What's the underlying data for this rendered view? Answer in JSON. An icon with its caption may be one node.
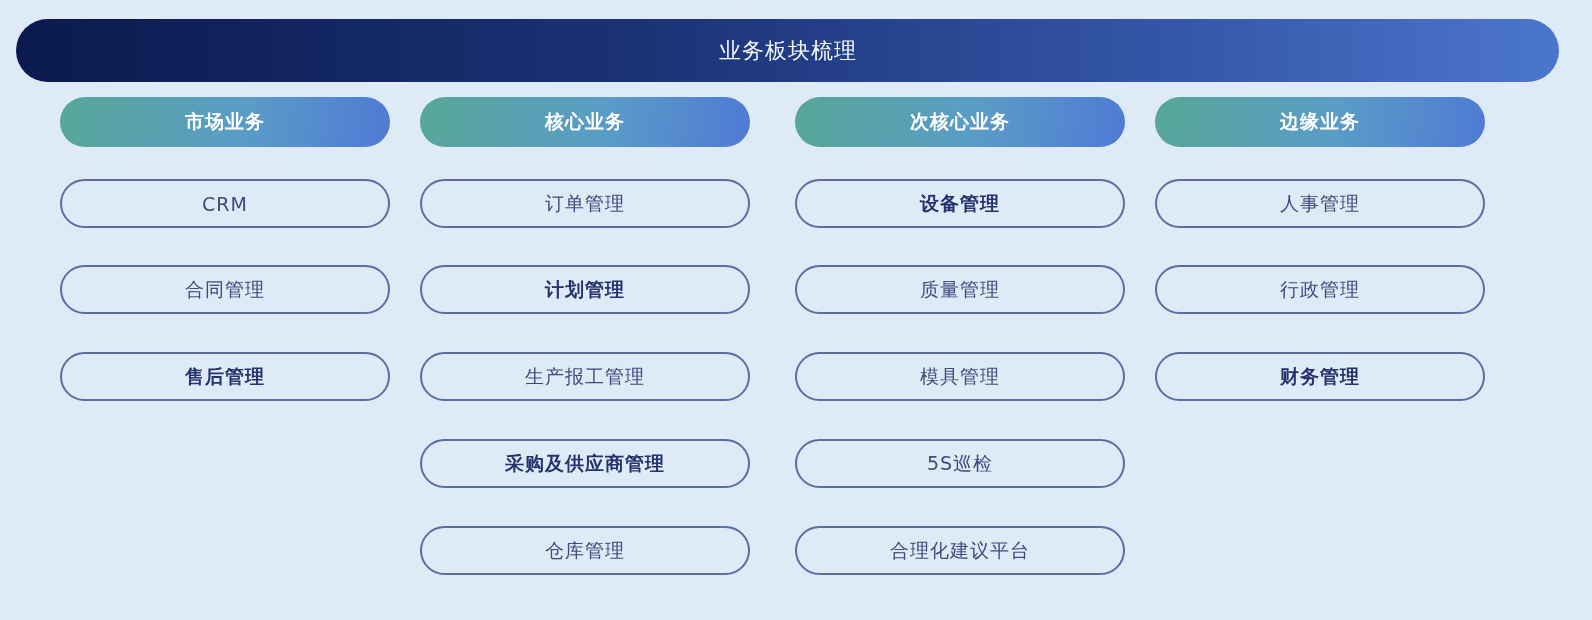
{
  "diagram": {
    "nodes": [
      {
        "text": [
          "业务板块梳理"
        ]
      },
      {
        "text": [
          "市场业务"
        ]
      },
      {
        "text": [
          "CRM"
        ]
      },
      {
        "text": [
          "合同管理"
        ]
      },
      {
        "text": [
          "售后管理"
        ]
      },
      {
        "text": [
          "核心业务"
        ]
      },
      {
        "text": [
          "订单管理"
        ]
      },
      {
        "text": [
          "计划管理"
        ]
      },
      {
        "text": [
          "生产报工管理"
        ]
      },
      {
        "text": [
          "采购及供应商管理"
        ]
      },
      {
        "text": [
          "仓库管理"
        ]
      },
      {
        "text": [
          "次核心业务"
        ]
      },
      {
        "text": [
          "设备管理"
        ]
      },
      {
        "text": [
          "质量管理"
        ]
      },
      {
        "text": [
          "模具管理"
        ]
      },
      {
        "text": [
          "5S巡检"
        ]
      },
      {
        "text": [
          "合理化建议平台"
        ]
      },
      {
        "text": [
          "边缘业务"
        ]
      },
      {
        "text": [
          "人事管理"
        ]
      },
      {
        "text": [
          "行政管理"
        ]
      },
      {
        "text": [
          "财务管理"
        ]
      }
    ]
  }
}
